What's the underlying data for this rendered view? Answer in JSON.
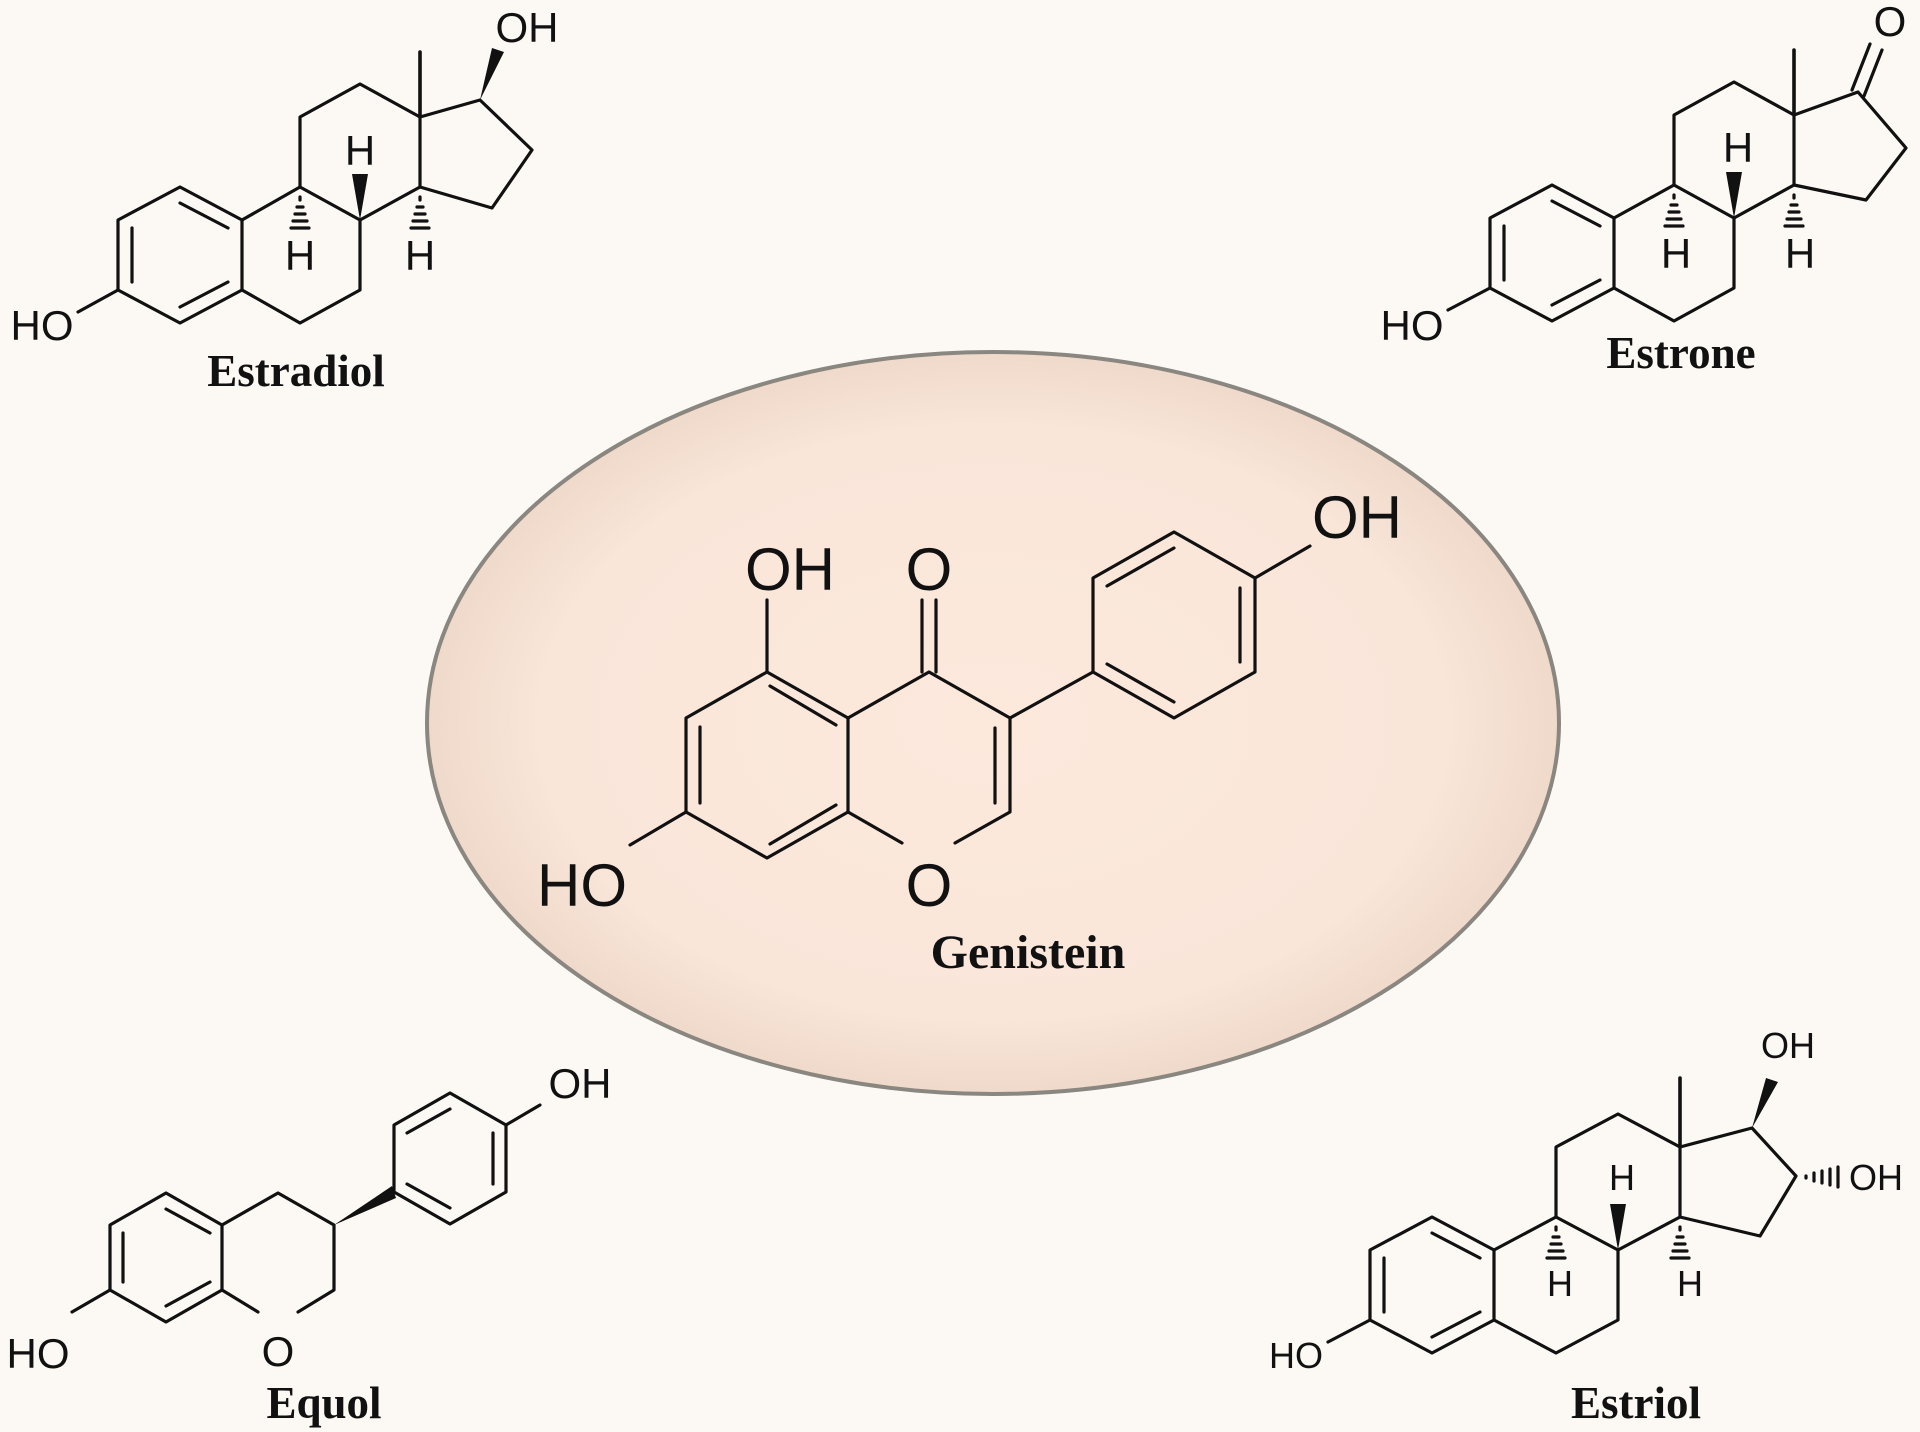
{
  "compounds": {
    "estradiol": {
      "name": "Estradiol",
      "atoms": {
        "oh_top": "OH",
        "ho_left": "HO",
        "h_top": "H",
        "h_left": "H",
        "h_right": "H"
      }
    },
    "estrone": {
      "name": "Estrone",
      "atoms": {
        "o_top": "O",
        "ho_left": "HO",
        "h_top": "H",
        "h_left": "H",
        "h_right": "H"
      }
    },
    "genistein": {
      "name": "Genistein",
      "atoms": {
        "oh_left": "OH",
        "o_keto": "O",
        "oh_right": "OH",
        "ho_left": "HO",
        "o_ring": "O"
      }
    },
    "equol": {
      "name": "Equol",
      "atoms": {
        "oh_top": "OH",
        "ho_left": "HO",
        "o_ring": "O"
      }
    },
    "estriol": {
      "name": "Estriol",
      "atoms": {
        "oh_top": "OH",
        "oh_right": "OH",
        "ho_left": "HO",
        "h_top": "H",
        "h_left": "H",
        "h_right": "H"
      }
    }
  },
  "colors": {
    "background": "#fcf8f4",
    "highlight_fill": "#f9e6d9",
    "highlight_stroke": "#8a8680",
    "ink": "#111111"
  }
}
